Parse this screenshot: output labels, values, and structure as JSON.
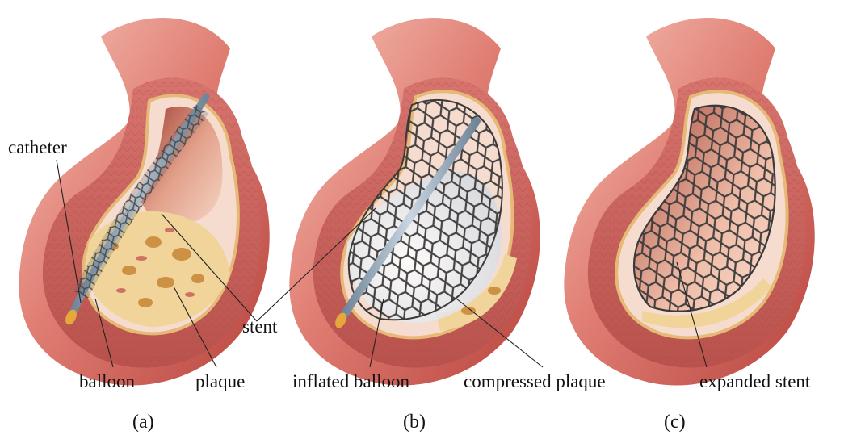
{
  "labels": {
    "catheter": "catheter",
    "balloon": "balloon",
    "plaque": "plaque",
    "stent": "stent",
    "inflated_balloon": "inflated balloon",
    "compressed_plaque": "compressed plaque",
    "expanded_stent": "expanded stent"
  },
  "captions": {
    "a": "(a)",
    "b": "(b)",
    "c": "(c)"
  },
  "colors": {
    "artery_outer": "#e07e73",
    "artery_light": "#f2b3a6",
    "artery_dark": "#b8453f",
    "wall_muscle": "#c9615c",
    "inner_wall": "#f4cfc3",
    "plaque": "#f0d49a",
    "plaque_nodule": "#c98a3c",
    "stent_metal": "#3c3c3c",
    "balloon": "#e9eef3",
    "catheter": "#8fa4b8",
    "catheter_tip": "#e6a83c"
  }
}
